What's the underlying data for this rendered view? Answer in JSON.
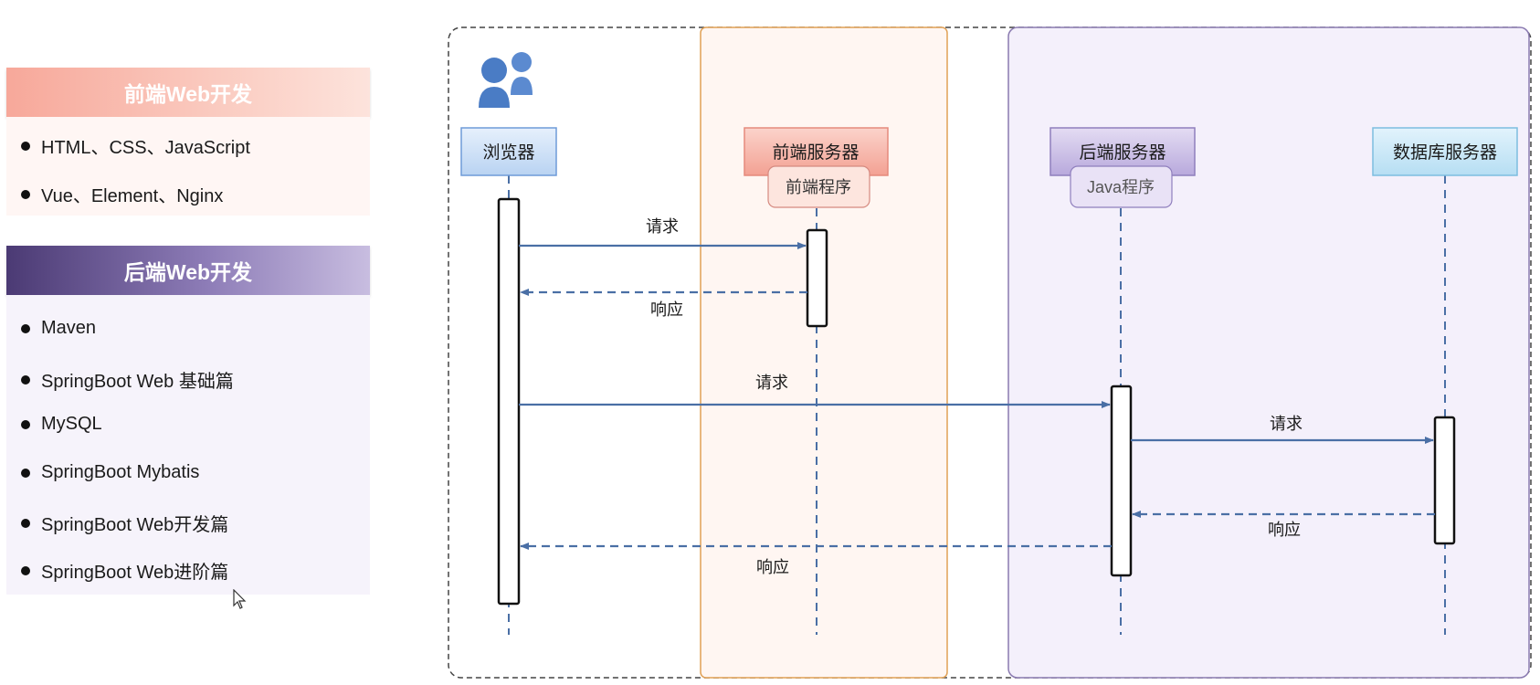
{
  "left_panel": {
    "frontend": {
      "title": "前端Web开发",
      "items": [
        "HTML、CSS、JavaScript",
        "Vue、Element、Nginx"
      ]
    },
    "backend": {
      "title": "后端Web开发",
      "items": [
        "Maven",
        "SpringBoot Web 基础篇",
        "MySQL",
        "SpringBoot Mybatis",
        "SpringBoot Web开发篇",
        "SpringBoot Web进阶篇"
      ]
    }
  },
  "diagram": {
    "users_icon": "users-icon",
    "lanes": {
      "browser": "浏览器",
      "frontend_server": "前端服务器",
      "frontend_program": "前端程序",
      "backend_server": "后端服务器",
      "backend_program": "Java程序",
      "db_server": "数据库服务器"
    },
    "messages": {
      "req_frontend": "请求",
      "resp_frontend": "响应",
      "req_backend": "请求",
      "req_db": "请求",
      "resp_db": "响应",
      "resp_backend": "响应"
    }
  },
  "colors": {
    "frontend_accent": "#f4a197",
    "backend_accent": "#8f7fbd",
    "arrow": "#4a6fa5"
  }
}
